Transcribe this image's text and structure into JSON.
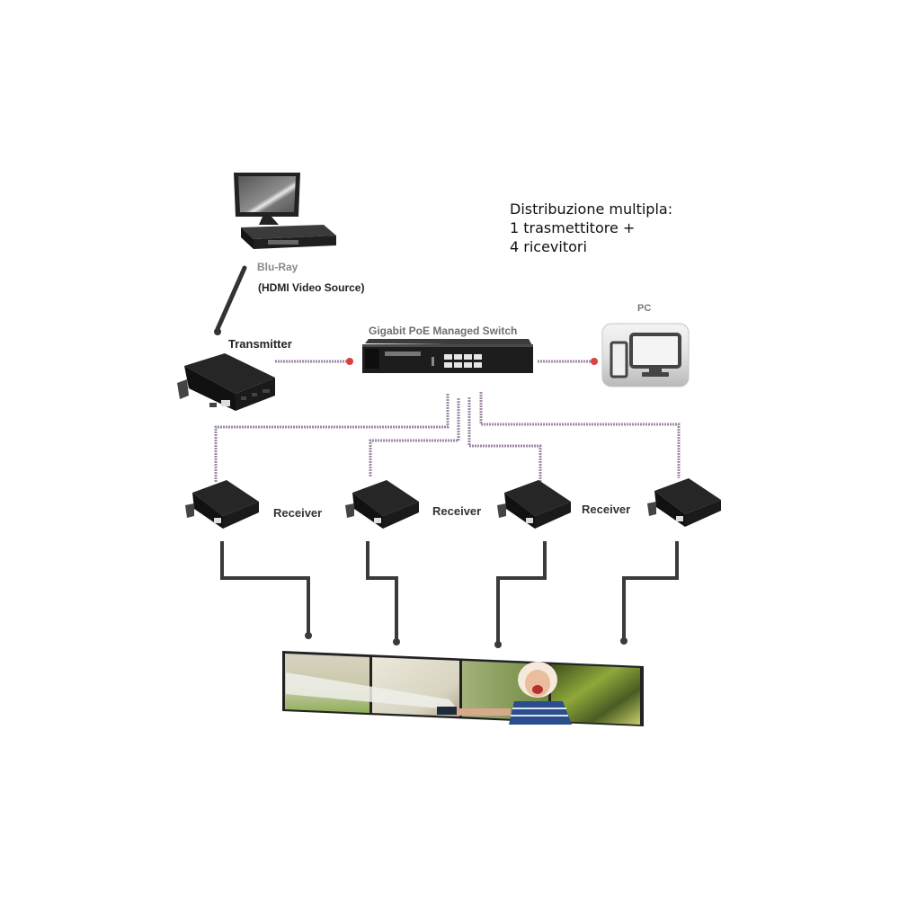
{
  "caption": {
    "line1": "Distribuzione multipla:",
    "line2": "1 trasmettitore +",
    "line3": "4 ricevitori"
  },
  "source": {
    "label": "Blu-Ray",
    "sublabel": "(HDMI Video Source)"
  },
  "transmitter": {
    "label": "Transmitter"
  },
  "switch": {
    "label": "Gigabit PoE Managed Switch",
    "port_count": 8
  },
  "pc": {
    "label": "PC"
  },
  "receivers": [
    {
      "label": "Receiver"
    },
    {
      "label": "Receiver"
    },
    {
      "label": "Receiver"
    },
    {
      "label": ""
    }
  ],
  "video_wall": {
    "panel_count": 4
  },
  "colors": {
    "device_black": "#1c1c1c",
    "network_cable": "#a08aa8",
    "cable_endpoint": "#d9423f",
    "hdmi_cable": "#3a3a3a",
    "label_gray": "#8a8a8a"
  }
}
